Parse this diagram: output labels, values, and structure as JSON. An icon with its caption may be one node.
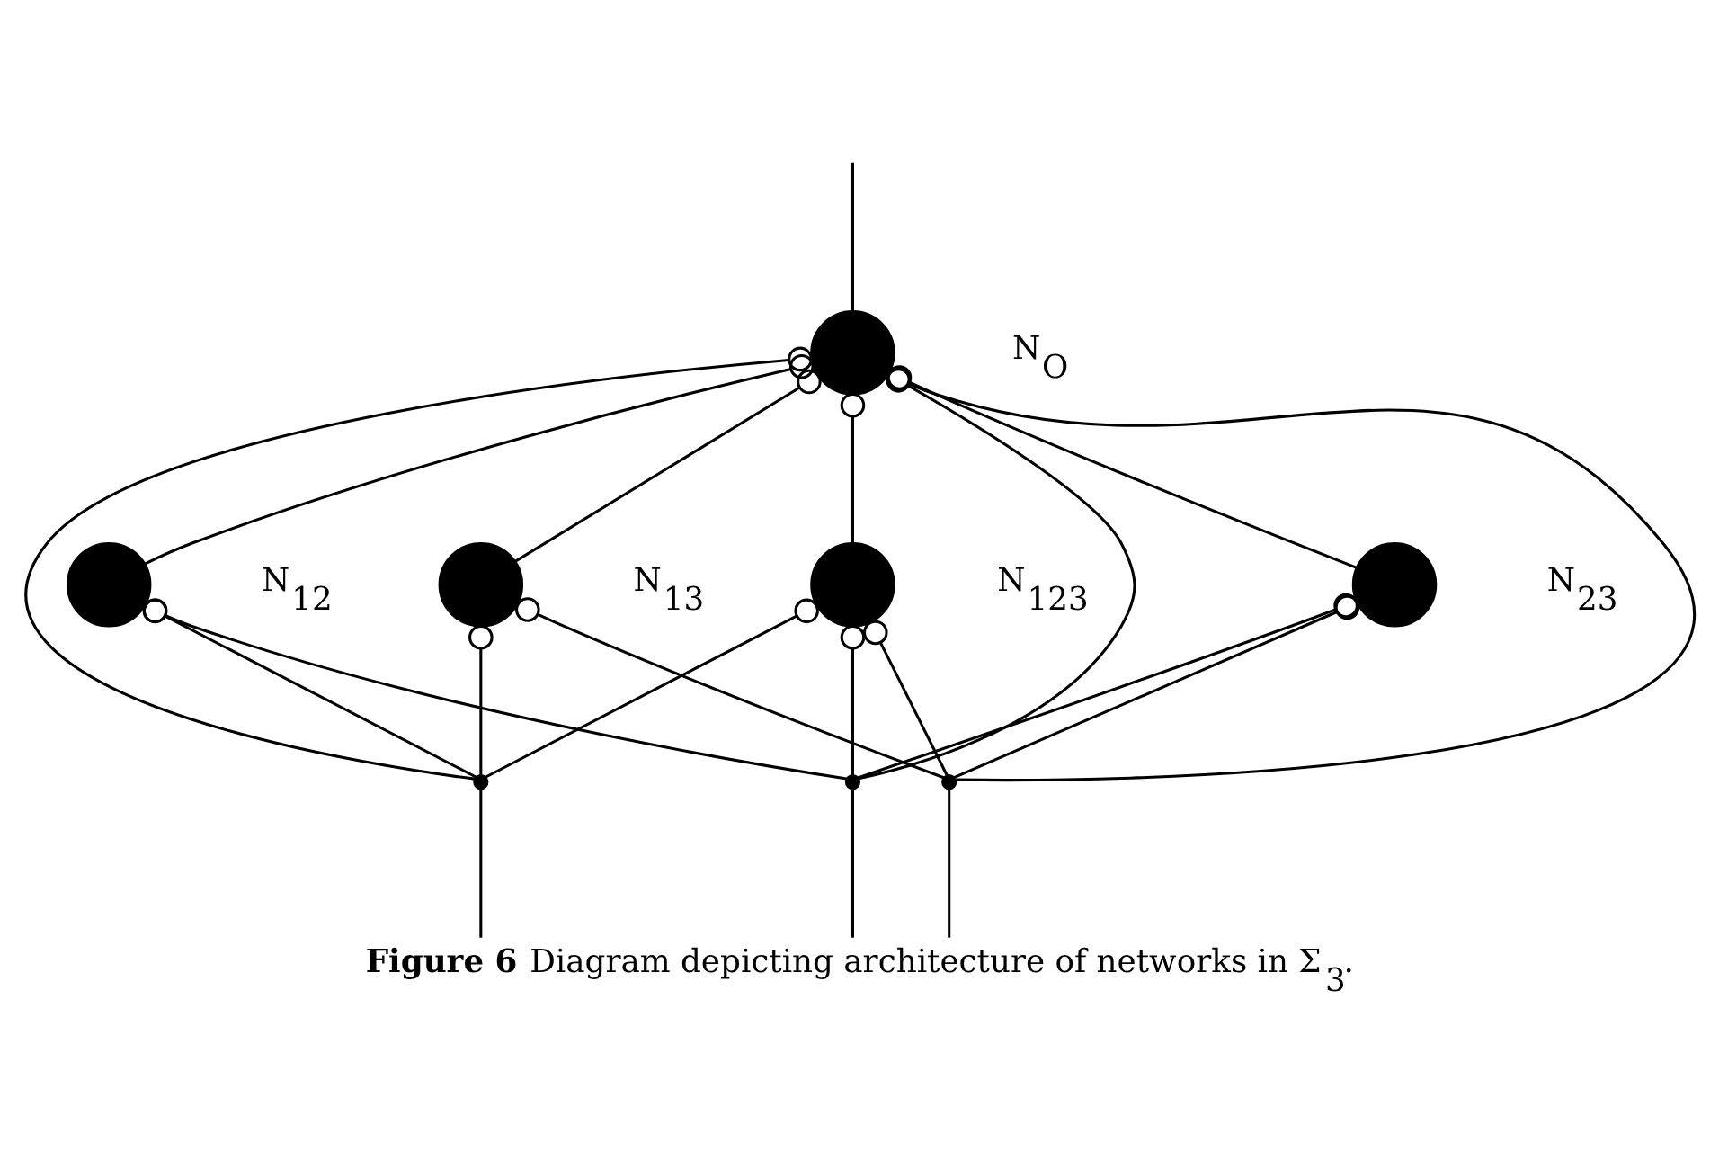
{
  "diagram": {
    "caption": "**Figure 6** Diagram depicting architecture of networks in Σ$_{3}$.",
    "nodes": [
      {
        "text": [],
        "shape": "circle",
        "beside": [
          "N$_{O}$"
        ]
      },
      {
        "text": [],
        "shape": "circle",
        "beside": [
          "N$_{12}$"
        ]
      },
      {
        "text": [],
        "shape": "circle",
        "beside": [
          "N$_{13}$"
        ]
      },
      {
        "text": [],
        "shape": "circle",
        "beside": [
          "N$_{123}$"
        ]
      },
      {
        "text": [],
        "shape": "circle",
        "beside": [
          "N$_{23}$"
        ]
      },
      {
        "text": [],
        "shape": "dot"
      },
      {
        "text": [],
        "shape": "dot"
      },
      {
        "text": [],
        "shape": "dot"
      }
    ],
    "edges": [
      {
        "from": 0,
        "to": null,
        "arrow": "none"
      },
      {
        "from": null,
        "to": 5,
        "arrow": "none"
      },
      {
        "from": null,
        "to": 6,
        "arrow": "none"
      },
      {
        "from": null,
        "to": 7,
        "arrow": "none"
      },
      {
        "from": 5,
        "to": 0,
        "arrow": "other"
      },
      {
        "from": 6,
        "to": 0,
        "arrow": "other"
      },
      {
        "from": 1,
        "to": 0,
        "arrow": "other"
      },
      {
        "from": 2,
        "to": 0,
        "arrow": "other"
      },
      {
        "from": 3,
        "to": 0,
        "arrow": "other"
      },
      {
        "from": 4,
        "to": 0,
        "arrow": "other"
      },
      {
        "from": 7,
        "to": 0,
        "arrow": "other"
      },
      {
        "from": 5,
        "to": 1,
        "arrow": "other"
      },
      {
        "from": 6,
        "to": 1,
        "arrow": "other"
      },
      {
        "from": 5,
        "to": 2,
        "arrow": "other"
      },
      {
        "from": 7,
        "to": 2,
        "arrow": "other"
      },
      {
        "from": 5,
        "to": 3,
        "arrow": "other"
      },
      {
        "from": 6,
        "to": 3,
        "arrow": "other"
      },
      {
        "from": 7,
        "to": 3,
        "arrow": "other"
      },
      {
        "from": 6,
        "to": 4,
        "arrow": "other"
      },
      {
        "from": 7,
        "to": 4,
        "arrow": "other"
      }
    ]
  }
}
